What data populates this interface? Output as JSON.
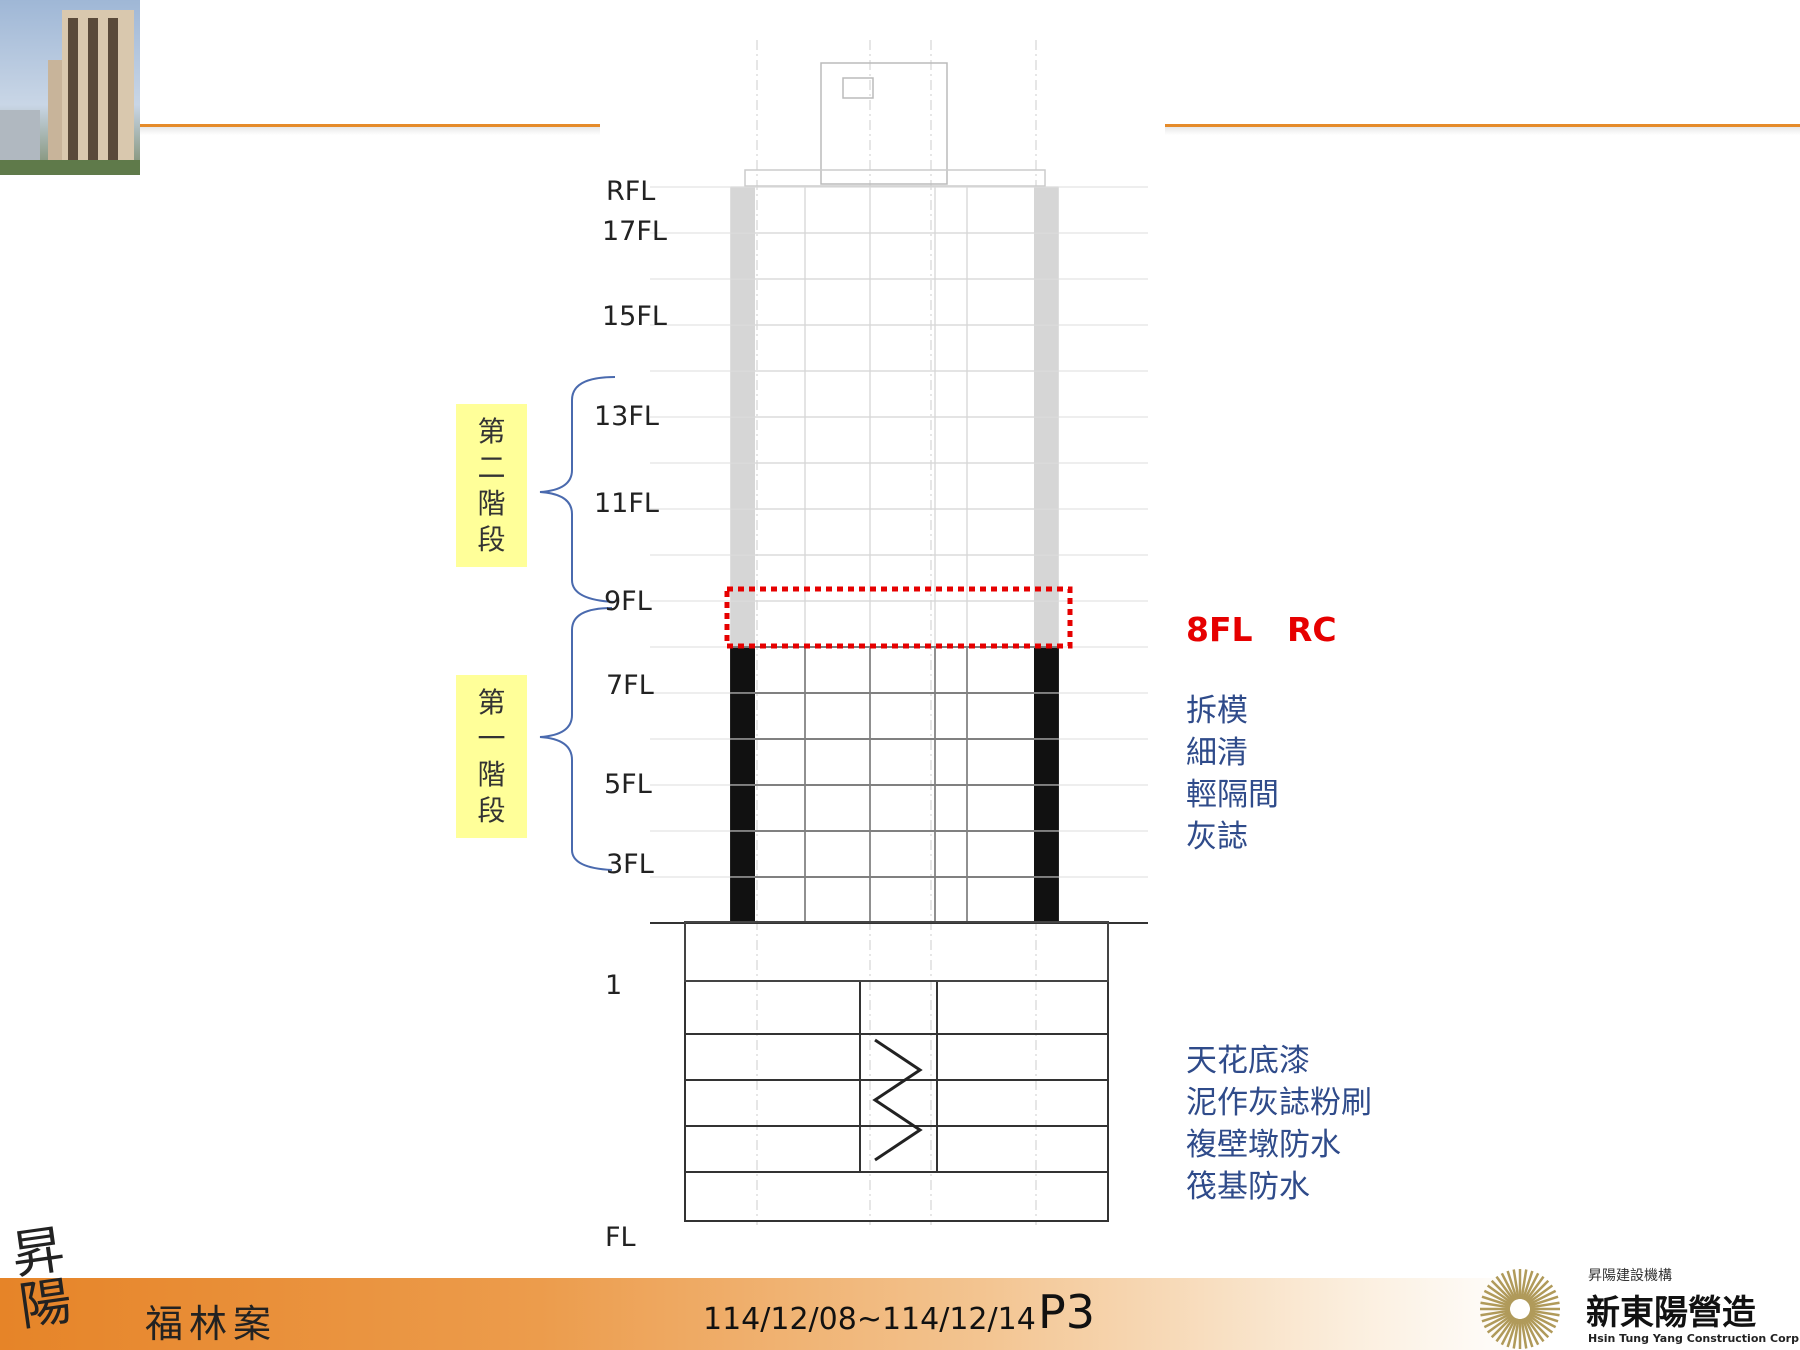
{
  "header": {
    "accent_color": "#e58b2a"
  },
  "floor_labels": [
    "RFL",
    "17FL",
    "15FL",
    "13FL",
    "11FL",
    "9FL",
    "7FL",
    "5FL",
    "3FL",
    "1",
    "FL"
  ],
  "stages": {
    "stage2": [
      "第",
      "二",
      "階",
      "段"
    ],
    "stage1": [
      "第",
      "一",
      "階",
      "段"
    ],
    "highlight_color": "#ffff99",
    "brace_color": "#4a6aae"
  },
  "current": {
    "label": "8FL   RC",
    "color": "#e60000"
  },
  "tasks_upper": [
    "拆模",
    "細清",
    "輕隔間",
    "灰誌"
  ],
  "tasks_lower": [
    "天花底漆",
    "泥作灰誌粉刷",
    "複壁墩防水",
    "筏基防水"
  ],
  "task_color": "#2f4b8a",
  "footer": {
    "brand_script": "昇陽",
    "project": "福林案",
    "date_range": "114/12/08~114/12/14",
    "page": "P3",
    "corp_subtitle": "昇陽建設機構",
    "corp_name": "新東陽營造",
    "corp_name_en": "Hsin Tung Yang Construction Corp"
  }
}
